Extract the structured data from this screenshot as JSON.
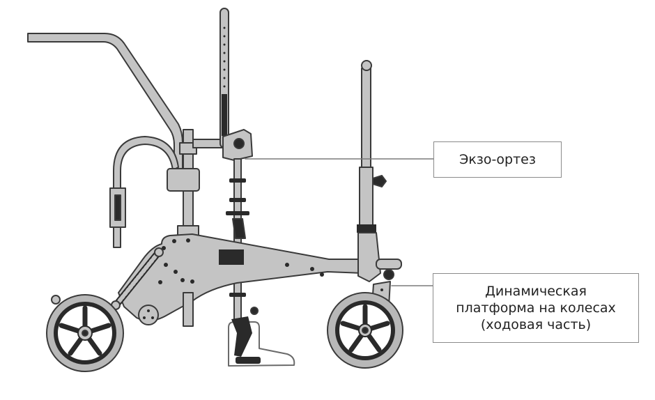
{
  "labels": {
    "exo_orthosis": "Экзо-ортез",
    "platform_lines": [
      "Динамическая",
      "платформа на колесах",
      "(ходовая часть)"
    ]
  },
  "colors": {
    "frame_fill": "#c4c4c4",
    "frame_stroke": "#3a3a3a",
    "tire": "#b8b8b8",
    "dark": "#2a2a2a",
    "leader": "#7a7a7a"
  }
}
